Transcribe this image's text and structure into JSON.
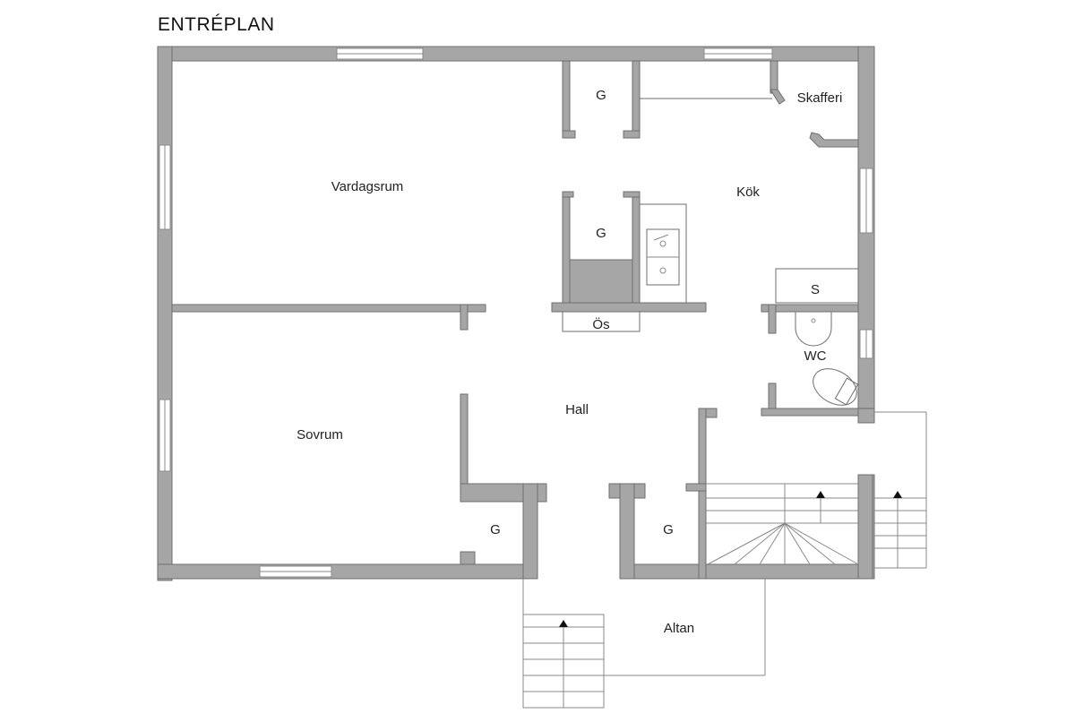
{
  "title": "ENTRÉPLAN",
  "rooms": {
    "vardagsrum": "Vardagsrum",
    "sovrum": "Sovrum",
    "kok": "Kök",
    "skafferi": "Skafferi",
    "hall": "Hall",
    "wc": "WC",
    "os": "Ös",
    "s": "S",
    "altan": "Altan",
    "g1": "G",
    "g2": "G",
    "g3": "G",
    "g4": "G"
  },
  "colors": {
    "wall_fill": "#a6a6a6",
    "wall_stroke": "#6e6e6e",
    "background": "#ffffff"
  }
}
